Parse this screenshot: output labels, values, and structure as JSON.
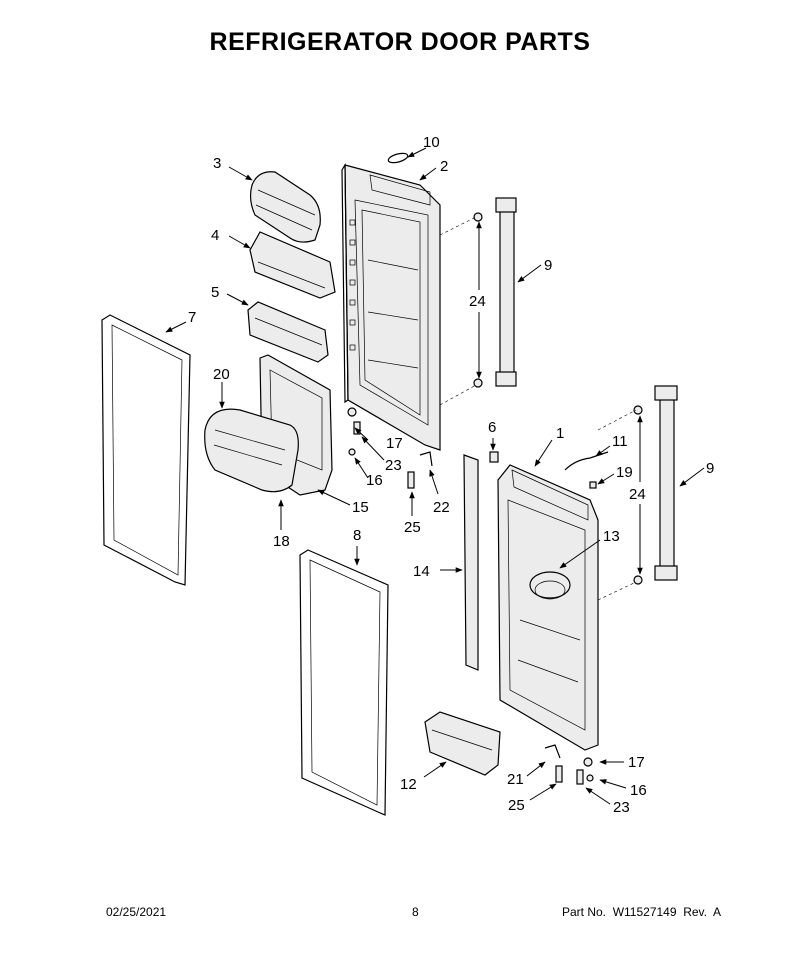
{
  "title": "REFRIGERATOR DOOR PARTS",
  "footer": {
    "date": "02/25/2021",
    "page": "8",
    "part_label": "Part No.",
    "part_number": "W11527149",
    "revision": "Rev.  A"
  },
  "callouts": {
    "c1": "1",
    "c2": "2",
    "c3": "3",
    "c4": "4",
    "c5": "5",
    "c6": "6",
    "c7": "7",
    "c8": "8",
    "c9a": "9",
    "c9b": "9",
    "c10": "10",
    "c11": "11",
    "c12": "12",
    "c13": "13",
    "c14": "14",
    "c15": "15",
    "c16a": "16",
    "c16b": "16",
    "c17a": "17",
    "c17b": "17",
    "c18": "18",
    "c19": "19",
    "c20": "20",
    "c21": "21",
    "c22": "22",
    "c23a": "23",
    "c23b": "23",
    "c24a": "24",
    "c24b": "24",
    "c25a": "25",
    "c25b": "25"
  }
}
